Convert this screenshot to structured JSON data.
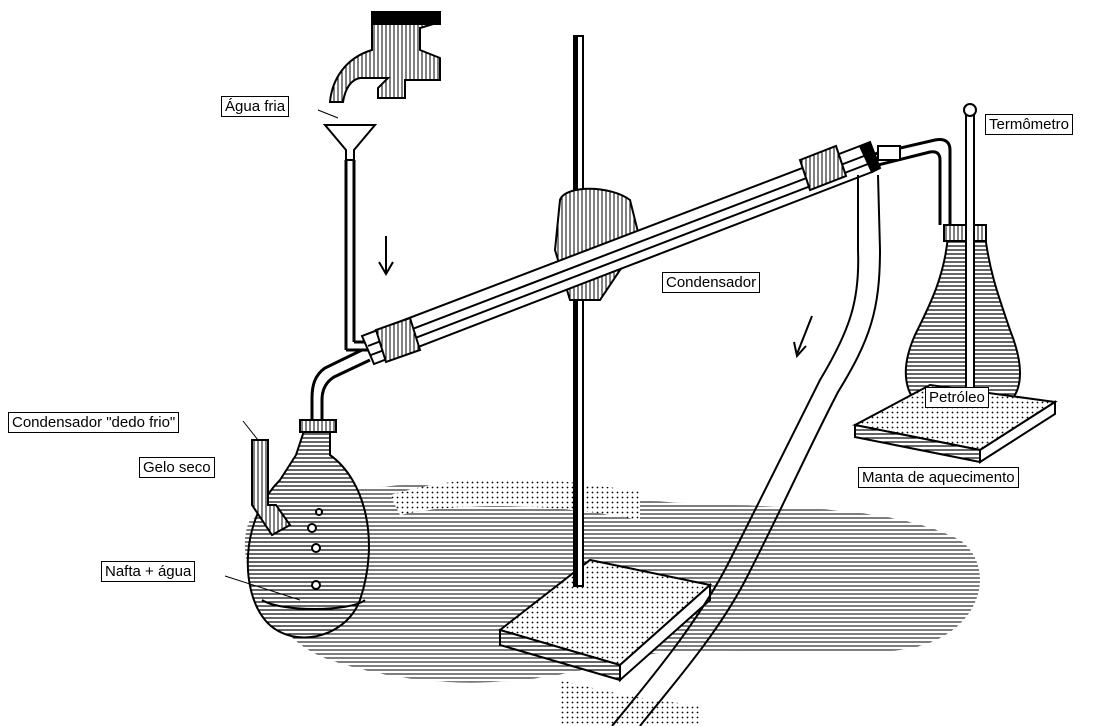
{
  "labels": {
    "agua_fria": "Água fria",
    "termometro": "Termômetro",
    "condensador": "Condensador",
    "dedo_frio": "Condensador \"dedo frio\"",
    "gelo_seco": "Gelo seco",
    "petroleo": "Petróleo",
    "manta": "Manta de aquecimento",
    "nafta": "Nafta + água"
  }
}
